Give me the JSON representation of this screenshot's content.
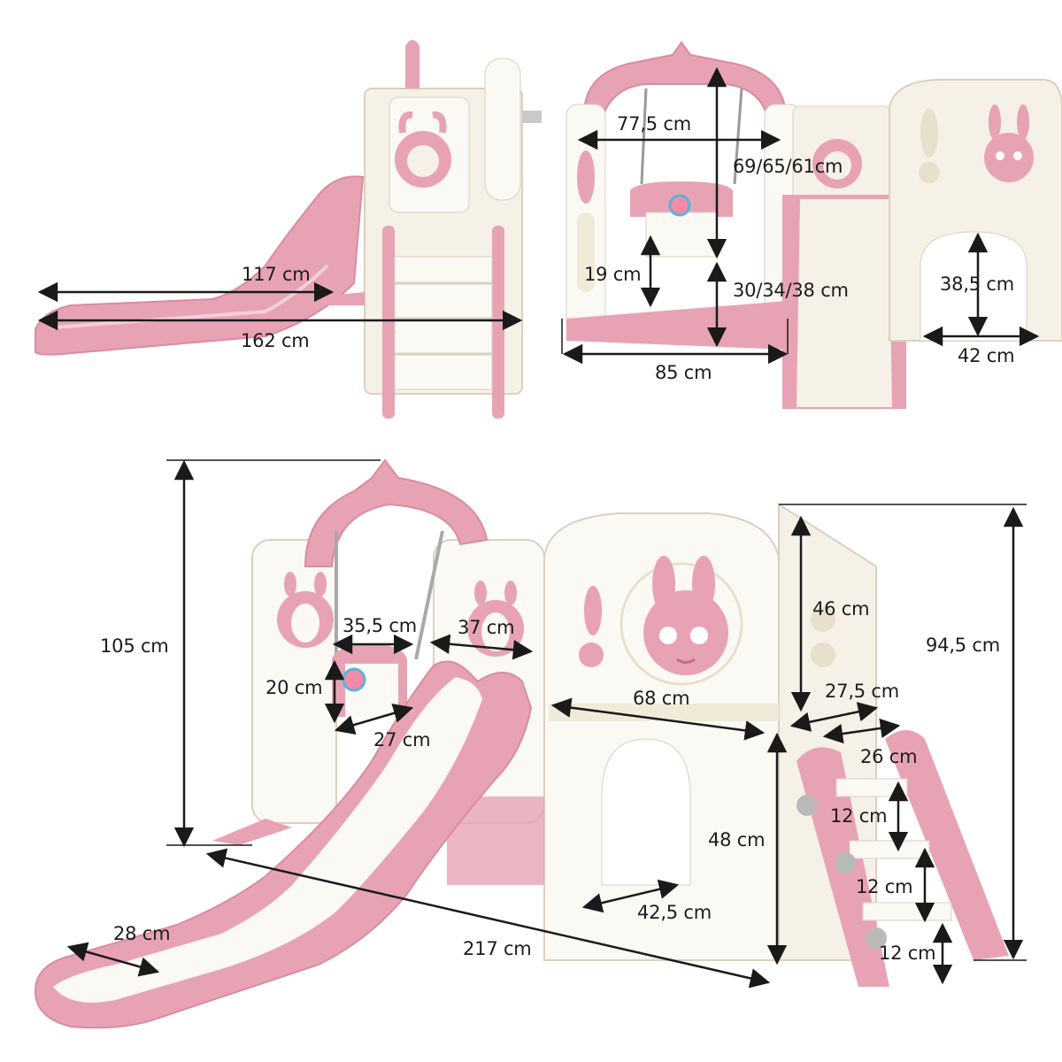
{
  "colors": {
    "pink": "#e7a3b4",
    "pink_dark": "#d98ca0",
    "cream": "#f6f1e6",
    "white_part": "#fbf9f4",
    "grey": "#c9c9c9",
    "arrow": "#1a1a1a",
    "text": "#1c1c1c"
  },
  "labels": {
    "slide_side_top": "117 cm",
    "slide_side_total": "162 cm",
    "swing_width_inner": "77,5 cm",
    "swing_height_options": "69/65/61cm",
    "seat_back_height": "19 cm",
    "seat_ground_options": "30/34/38 cm",
    "swing_base_width": "85 cm",
    "tunnel_height_side": "38,5 cm",
    "tunnel_width_side": "42 cm",
    "total_height": "105 cm",
    "seat_width": "35,5 cm",
    "window_width": "37 cm",
    "seat_height": "20 cm",
    "seat_depth": "27 cm",
    "platform_length": "68 cm",
    "house_wall_height": "46 cm",
    "platform_height": "94,5 cm",
    "stairs_top_width": "27,5 cm",
    "stairs_width": "26 cm",
    "step_1": "12 cm",
    "step_2": "12 cm",
    "step_3": "12 cm",
    "tunnel_height": "48 cm",
    "tunnel_width": "42,5 cm",
    "slide_width": "28 cm",
    "total_length": "217 cm"
  },
  "icons": [
    "bunny-face-icon",
    "strawberry-icon",
    "double-arrow-icon"
  ]
}
